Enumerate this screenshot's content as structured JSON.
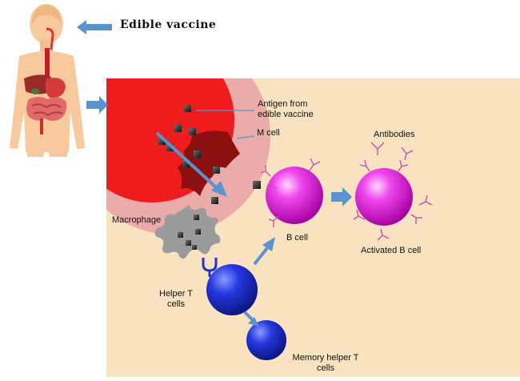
{
  "title": "Edible vaccine",
  "labels": {
    "antigen": "Antigen from edible vaccine",
    "m_cell": "M cell",
    "antibodies": "Antibodies",
    "macrophage": "Macrophage",
    "b_cell": "B cell",
    "activated_b_cell": "Activated B cell",
    "helper_t": "Helper T cells",
    "memory_helper": "Memory helper T cells"
  },
  "colors": {
    "panel": "#f8e2bf",
    "b_cell": "#e61ee6",
    "t_cell": "#1f33c9",
    "antibody": "#c14fb0",
    "arrow": "#5b93cf",
    "m_cell": "#8c1010",
    "gut_red": "#ee1c1c",
    "macrophage": "#9b9b9b"
  }
}
